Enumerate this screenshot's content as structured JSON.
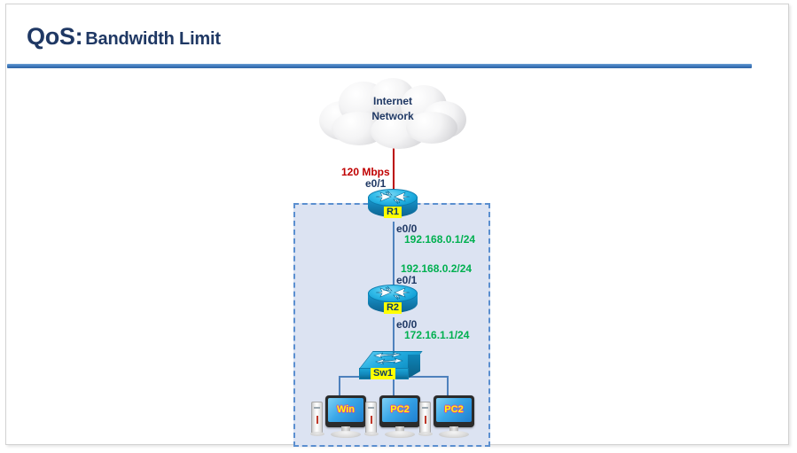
{
  "slide": {
    "title_main": "QoS:",
    "title_sub": "Bandwidth Limit"
  },
  "diagram": {
    "cloud": {
      "label_line1": "Internet",
      "label_line2": "Network"
    },
    "devices": [
      {
        "id": "r1",
        "name": "R1",
        "type": "router"
      },
      {
        "id": "r2",
        "name": "R2",
        "type": "router"
      },
      {
        "id": "sw1",
        "name": "Sw1",
        "type": "switch"
      },
      {
        "id": "pc1",
        "name": "Win",
        "type": "pc"
      },
      {
        "id": "pc2",
        "name": "PC2",
        "type": "pc"
      },
      {
        "id": "pc3",
        "name": "PC2",
        "type": "pc"
      }
    ],
    "annotations": {
      "bandwidth": "120 Mbps",
      "r1_wan_iface": "e0/1",
      "r1_lan_iface": "e0/0",
      "r1_lan_ip": "192.168.0.1/24",
      "r2_wan_ip": "192.168.0.2/24",
      "r2_wan_iface": "e0/1",
      "r2_lan_iface": "e0/0",
      "r2_lan_ip": "172.16.1.1/24"
    },
    "colors": {
      "title": "#1F3864",
      "rule": "#417cbf",
      "link": "#4f81bd",
      "wan_link": "#BB0000",
      "ip_text": "#00B050",
      "bandwidth_text": "#C00000",
      "device_label_bg": "#FFFF00",
      "lan_box_fill": "#DCE3F2",
      "lan_box_border": "#5B8FD0"
    }
  }
}
